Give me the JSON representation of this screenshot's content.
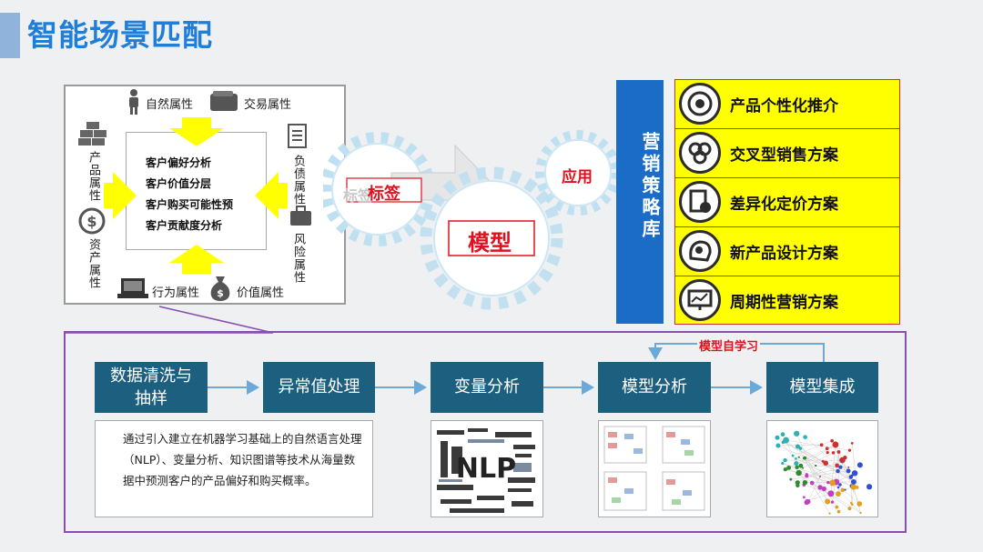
{
  "title": "智能场景匹配",
  "attributes": {
    "natural": "自然属性",
    "transaction": "交易属性",
    "product": "产品属性",
    "liability": "负债属性",
    "asset": "资产属性",
    "risk": "风险属性",
    "behavior": "行为属性",
    "value": "价值属性"
  },
  "analysis": [
    "客户偏好分析",
    "客户价值分层",
    "客户购买可能性预",
    "客户贡献度分析"
  ],
  "gears": {
    "tag": "标签",
    "tag_ghost": "标签",
    "model": "模型",
    "apply": "应用"
  },
  "strategy": {
    "title": "营销策略库",
    "items": [
      {
        "label": "产品个性化推介",
        "icon": "target-icon"
      },
      {
        "label": "交叉型销售方案",
        "icon": "cross-sell-icon"
      },
      {
        "label": "差异化定价方案",
        "icon": "pricing-doc-icon"
      },
      {
        "label": "新产品设计方案",
        "icon": "brain-gear-icon"
      },
      {
        "label": "周期性营销方案",
        "icon": "cycle-chart-icon"
      }
    ]
  },
  "pipeline": {
    "steps": [
      "数据清洗与\n抽样",
      "异常值处理",
      "变量分析",
      "模型分析",
      "模型集成"
    ],
    "loop_label": "模型自学习",
    "description": "通过引入建立在机器学习基础上的自然语言处理（NLP）、变量分析、知识图谱等技术从海量数据中预测客户的产品偏好和购买概率。",
    "wordcloud_center": "NLP",
    "colors": {
      "step": "#1d5f7e",
      "frame": "#8a4db0",
      "arrow": "#6aa9d8"
    }
  }
}
